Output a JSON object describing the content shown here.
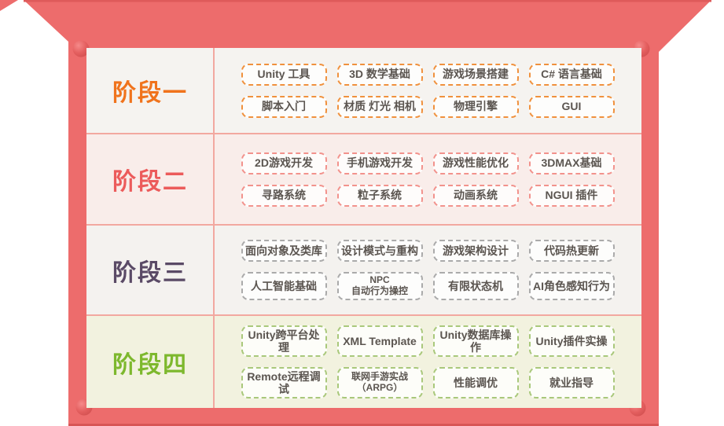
{
  "poster": {
    "frame_color": "#ed6c6c",
    "frame_top_edge_color": "#de5a5a",
    "frame_bottom_edge_color": "#d65353",
    "pin_color": "#e45f5f",
    "divider_color": "#f2a8a0",
    "tag_text_color": "#5b5550"
  },
  "stages": [
    {
      "label": "阶段一",
      "label_color": "#f0731c",
      "tag_border_color": "#f0913d",
      "row_bg": "#f5f3f0",
      "tag_rows": [
        [
          "Unity 工具",
          "3D 数学基础",
          "游戏场景搭建",
          "C# 语言基础"
        ],
        [
          "脚本入门",
          "材质 灯光 相机",
          "物理引擎",
          "GUI"
        ]
      ]
    },
    {
      "label": "阶段二",
      "label_color": "#ec5b5b",
      "tag_border_color": "#f2928c",
      "row_bg": "#f9edea",
      "tag_rows": [
        [
          "2D游戏开发",
          "手机游戏开发",
          "游戏性能优化",
          "3DMAX基础"
        ],
        [
          "寻路系统",
          "粒子系统",
          "动画系统",
          "NGUI 插件"
        ]
      ]
    },
    {
      "label": "阶段三",
      "label_color": "#5a4a66",
      "tag_border_color": "#aaaaaa",
      "row_bg": "#f4f2ef",
      "tag_rows": [
        [
          "面向对象及类库",
          "设计模式与重构",
          "游戏架构设计",
          "代码热更新"
        ],
        [
          "人工智能基础",
          "NPC\n自动行为操控",
          "有限状态机",
          "AI角色感知行为"
        ]
      ]
    },
    {
      "label": "阶段四",
      "label_color": "#7db82d",
      "tag_border_color": "#a9c87b",
      "row_bg": "#f2f2df",
      "tag_rows": [
        [
          "Unity跨平台处理",
          "XML Template",
          "Unity数据库操作",
          "Unity插件实操"
        ],
        [
          "Remote远程调试",
          "联网手游实战\n（ARPG）",
          "性能调优",
          "就业指导"
        ]
      ]
    }
  ]
}
